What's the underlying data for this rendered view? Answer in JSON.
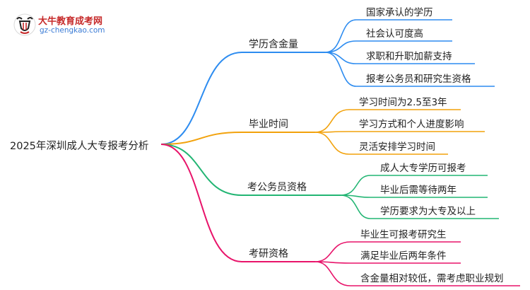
{
  "logo": {
    "title": "大牛教育成考网",
    "url": "gz-chengkao.com",
    "mark_icon": "bull-head-logo-icon",
    "colors": {
      "title": "#c62a2a",
      "url": "#3a7bd5"
    }
  },
  "root": {
    "label": "2025年深圳成人大专报考分析"
  },
  "branches": [
    {
      "id": "degree-value",
      "label": "学历含金量",
      "color": "#2d8cf0",
      "leaves": [
        "国家承认的学历",
        "社会认可度高",
        "求职和升职加薪支持",
        "报考公务员和研究生资格"
      ]
    },
    {
      "id": "graduation-time",
      "label": "毕业时间",
      "color": "#f2a20c",
      "leaves": [
        "学习时间为2.5至3年",
        "学习方式和个人进度影响",
        "灵活安排学习时间"
      ]
    },
    {
      "id": "civil-service",
      "label": "考公务员资格",
      "color": "#22b573",
      "leaves": [
        "成人大专学历可报考",
        "毕业后需等待两年",
        "学历要求为大专及以上"
      ]
    },
    {
      "id": "postgraduate",
      "label": "考研资格",
      "color": "#e8136a",
      "leaves": [
        "毕业生可报考研究生",
        "满足毕业后两年条件",
        "含金量相对较低，需考虑职业规划"
      ]
    }
  ]
}
